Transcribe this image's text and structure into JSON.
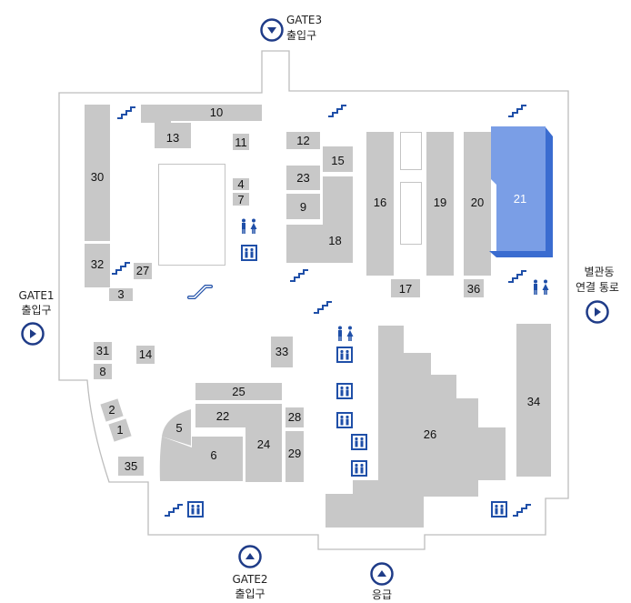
{
  "gates": {
    "gate3": {
      "label": "GATE3",
      "sub": "출입구",
      "direction": "down"
    },
    "gate1": {
      "label": "GATE1",
      "sub": "출입구",
      "direction": "right"
    },
    "gate2": {
      "label": "GATE2",
      "sub": "출입구",
      "direction": "up"
    },
    "annex": {
      "line1": "별관동",
      "line2": "연결 통로",
      "direction": "right"
    },
    "emergency": {
      "label": "응급",
      "direction": "up"
    }
  },
  "stores": {
    "s1": "1",
    "s2": "2",
    "s3": "3",
    "s4": "4",
    "s5": "5",
    "s6": "6",
    "s7": "7",
    "s8": "8",
    "s9": "9",
    "s10": "10",
    "s11": "11",
    "s12": "12",
    "s13": "13",
    "s14": "14",
    "s15": "15",
    "s16": "16",
    "s17": "17",
    "s18": "18",
    "s19": "19",
    "s20": "20",
    "s21": "21",
    "s22": "22",
    "s23": "23",
    "s24": "24",
    "s25": "25",
    "s26": "26",
    "s27": "27",
    "s28": "28",
    "s29": "29",
    "s30": "30",
    "s31": "31",
    "s32": "32",
    "s33": "33",
    "s34": "34",
    "s35": "35",
    "s36": "36"
  },
  "highlighted_store": "21",
  "colors": {
    "block": "#c8c8c8",
    "highlight": "#7a9ee6",
    "highlight_side": "#3a6cd0",
    "gate_ring": "#1f3c88",
    "icon_blue": "#1f4fa8",
    "outline": "#bdbdbd"
  },
  "icons": [
    "stairs-icon",
    "escalator-icon",
    "restroom-icon",
    "elevator-icon",
    "gate-arrow-icon"
  ]
}
